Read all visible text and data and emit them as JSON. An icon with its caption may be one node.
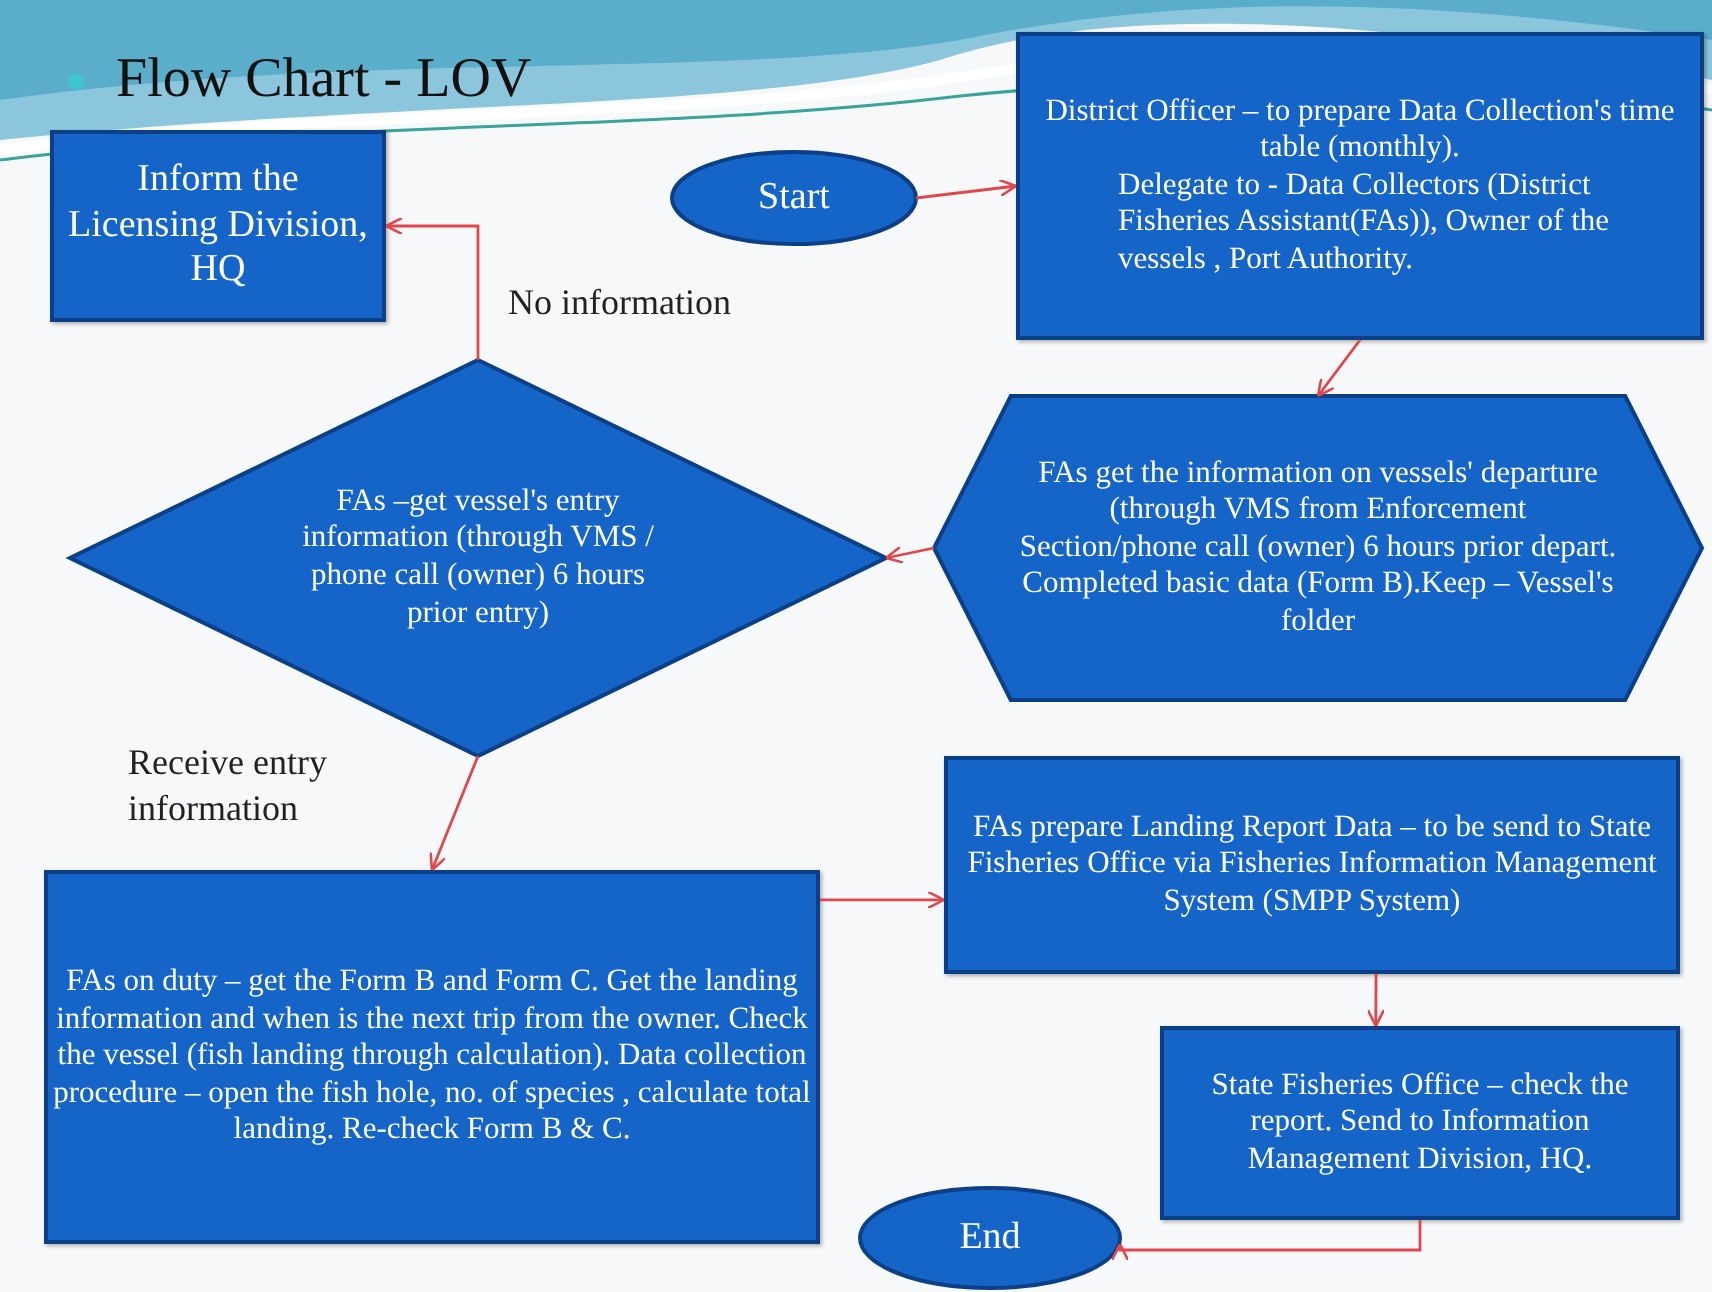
{
  "diagram": {
    "title": "Flow Chart - LOV",
    "nodes": [
      {
        "text": [
          "Inform the Licensing Division, HQ"
        ]
      },
      {
        "text": [
          "Start"
        ]
      },
      {
        "text": [
          "District Officer – to prepare Data Collection's time table (monthly).",
          "Delegate to - Data Collectors (District Fisheries Assistant(FAs)), Owner of the vessels , Port Authority."
        ]
      },
      {
        "text": [
          "FAs get the information on vessels' departure (through VMS from Enforcement Section/phone call (owner) 6 hours prior depart. Completed basic data (Form B).Keep – Vessel's folder"
        ]
      },
      {
        "text": [
          "FAs –get vessel's entry information (through VMS / phone call (owner) 6 hours prior entry)"
        ]
      },
      {
        "text": [
          "FAs on duty – get the Form B and Form C. Get the landing information and when is the next trip from the owner. Check the vessel (fish landing through calculation). Data collection procedure – open the fish hole, no. of species , calculate total landing. Re-check Form B & C."
        ]
      },
      {
        "text": [
          "FAs prepare Landing Report Data – to be send to State Fisheries Office via Fisheries Information Management System (SMPP System)"
        ]
      },
      {
        "text": [
          "State Fisheries Office – check the report. Send to Information Management Division, HQ."
        ]
      },
      {
        "text": [
          "End"
        ]
      }
    ],
    "edges": [
      {
        "from": 1,
        "to": 2,
        "arrow": "to"
      },
      {
        "from": 2,
        "to": 3,
        "arrow": "to"
      },
      {
        "from": 3,
        "to": 4,
        "arrow": "to"
      },
      {
        "from": 4,
        "to": 0,
        "arrow": "to",
        "label": "No information"
      },
      {
        "from": 4,
        "to": 5,
        "arrow": "to",
        "label": "Receive entry information"
      },
      {
        "from": 5,
        "to": 6,
        "arrow": "to"
      },
      {
        "from": 6,
        "to": 7,
        "arrow": "to"
      },
      {
        "from": 7,
        "to": 8,
        "arrow": "to"
      }
    ]
  }
}
